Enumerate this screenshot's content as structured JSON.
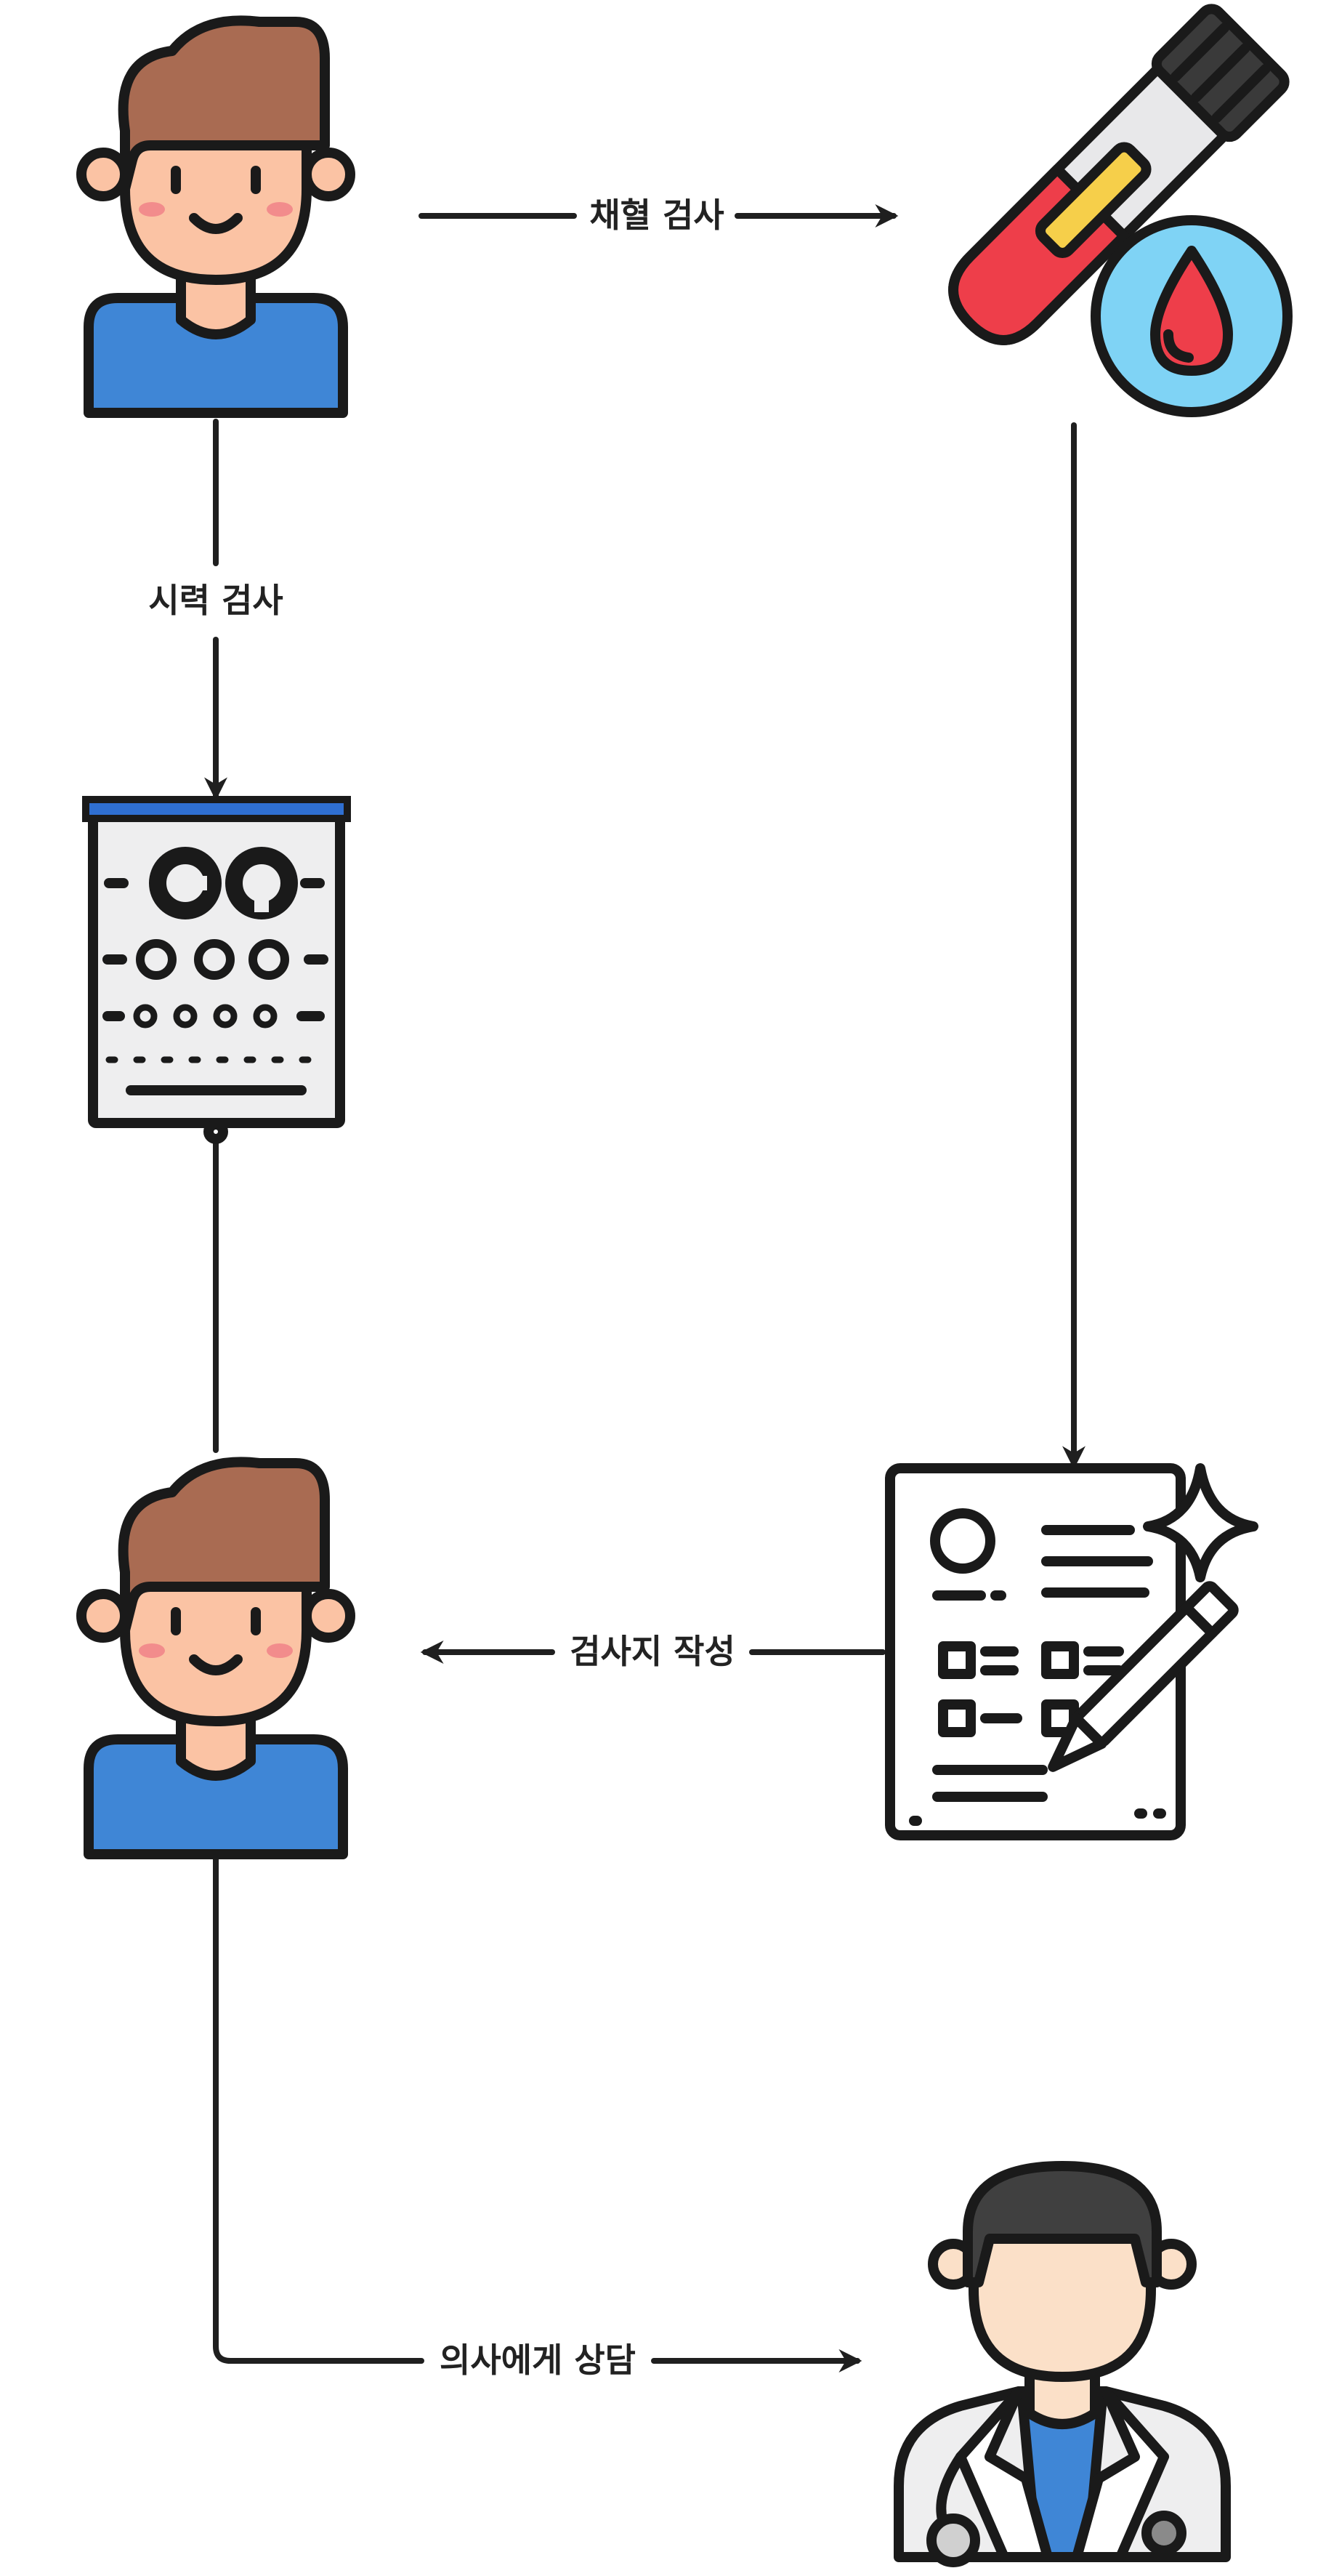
{
  "edges": {
    "blood_test": "채혈 검사",
    "vision_test": "시력 검사",
    "write_form": "검사지 작성",
    "consult_doctor": "의사에게 상담"
  },
  "nodes": {
    "patient_top": "patient-icon",
    "blood_tube": "test-tube-blood-icon",
    "eye_chart": "eye-chart-icon",
    "patient_middle": "patient-icon",
    "form": "medical-form-icon",
    "doctor": "doctor-icon"
  },
  "colors": {
    "outline": "#1a1a1a",
    "skin": "#fbc3a4",
    "hair": "#a96b52",
    "shirt": "#3f86d6",
    "blood": "#ee3e4a",
    "drop_bg": "#7fd3f5",
    "chart_bar": "#2f6fd1"
  }
}
